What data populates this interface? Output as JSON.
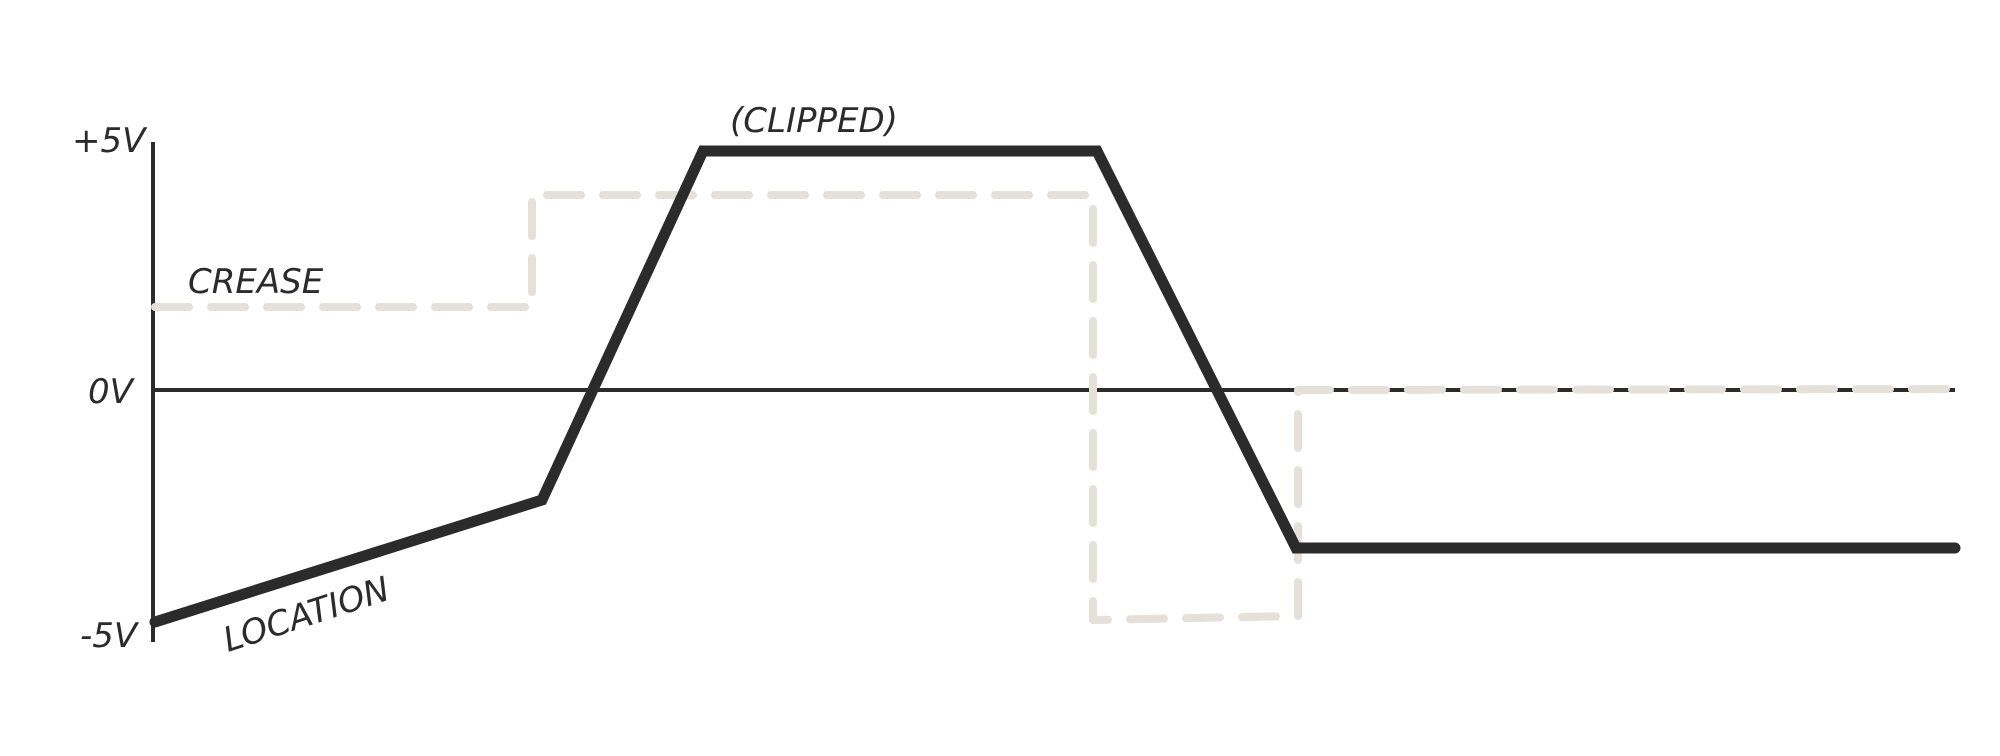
{
  "diagram": {
    "axis_labels": {
      "top": "+5V",
      "zero": "0V",
      "bottom": "-5V"
    },
    "annotations": {
      "clipped": "(CLIPPED)",
      "crease": "CREASE",
      "location": "LOCATION"
    },
    "colors": {
      "ink": "#2b2b2b",
      "dashed": "#e5e0d8",
      "background": "#ffffff"
    }
  }
}
